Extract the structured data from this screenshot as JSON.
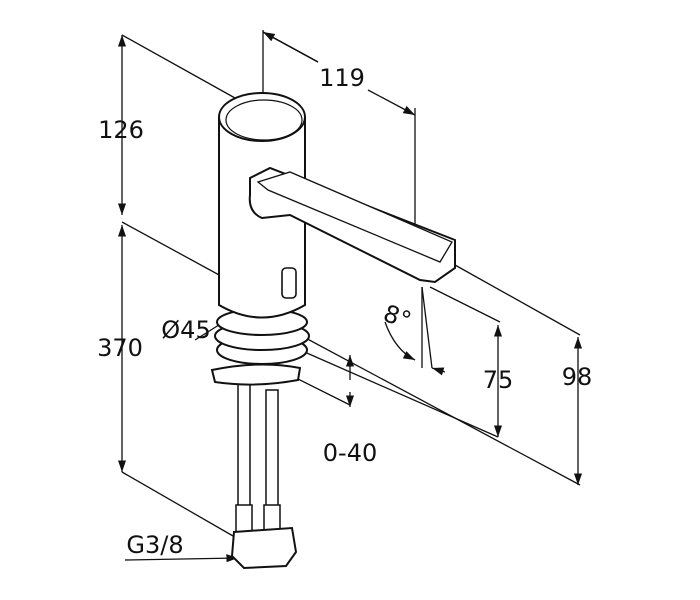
{
  "title": "Faucet dimension drawing",
  "dimensions": {
    "spout_reach": "119",
    "top_height": "126",
    "body_height": "370",
    "diameter": "Ø45",
    "angle": "8°",
    "outlet_height": "75",
    "spout_height": "98",
    "thickness_range": "0-40",
    "connection": "G3/8"
  }
}
